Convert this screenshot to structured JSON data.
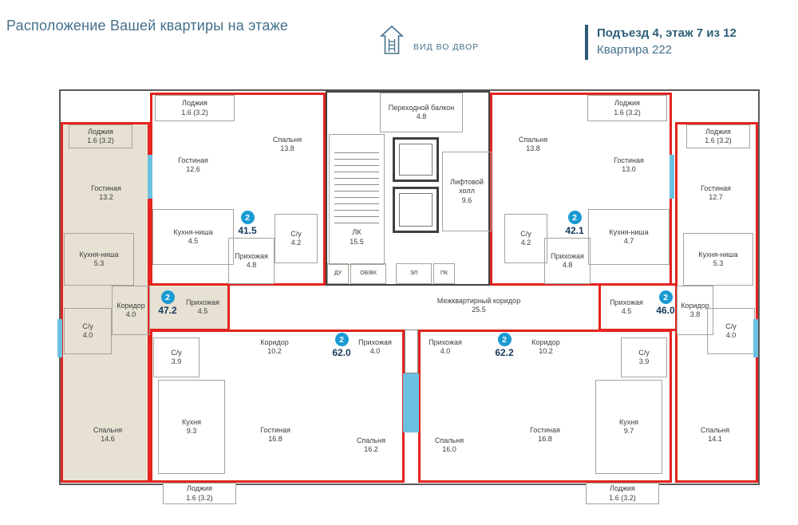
{
  "header": {
    "title": "Расположение Вашей квартиры на этаже",
    "view_label": "ВИД ВО ДВОР",
    "entrance_info": "Подъезд 4, этаж 7 из 12",
    "apartment_info": "Квартира 222"
  },
  "colors": {
    "apartment_outline_red": "#e3241f",
    "selected_apartment_fill": "#e7e1d3",
    "window_blue": "#6cc1e0",
    "badge_blue": "#1a9ad2",
    "header_text_blue": "#44708c",
    "area_number_navy": "#16395c"
  },
  "badges": [
    {
      "rooms": "2",
      "area": "41.5"
    },
    {
      "rooms": "2",
      "area": "47.2"
    },
    {
      "rooms": "2",
      "area": "42.1"
    },
    {
      "rooms": "2",
      "area": "46.0"
    },
    {
      "rooms": "2",
      "area": "62.0"
    },
    {
      "rooms": "2",
      "area": "62.2"
    }
  ],
  "rooms": [
    {
      "name": "Лоджия",
      "area": "1.6 (3.2)"
    },
    {
      "name": "Гостиная",
      "area": "13.2"
    },
    {
      "name": "Кухня-ниша",
      "area": "5.3"
    },
    {
      "name": "С/у",
      "area": "4.0"
    },
    {
      "name": "Коридор",
      "area": "4.0"
    },
    {
      "name": "Прихожая",
      "area": "4.5"
    },
    {
      "name": "Спальня",
      "area": "14.6"
    },
    {
      "name": "Лоджия",
      "area": "1.6 (3.2)"
    },
    {
      "name": "Гостиная",
      "area": "12.6"
    },
    {
      "name": "Спальня",
      "area": "13.8"
    },
    {
      "name": "Кухня-ниша",
      "area": "4.5"
    },
    {
      "name": "Прихожая",
      "area": "4.8"
    },
    {
      "name": "С/у",
      "area": "4.2"
    },
    {
      "name": "Переходной балкон",
      "area": "4.8"
    },
    {
      "name": "ЛК",
      "area": "15.5"
    },
    {
      "name": "Лифтовой холл",
      "area": "9.6"
    },
    {
      "name": "ДУ",
      "area": ""
    },
    {
      "name": "ОВ/ВК",
      "area": ""
    },
    {
      "name": "ЭЛ",
      "area": ""
    },
    {
      "name": "ПК",
      "area": ""
    },
    {
      "name": "Межквартирный коридор",
      "area": "25.5"
    },
    {
      "name": "Спальня",
      "area": "13.8"
    },
    {
      "name": "С/у",
      "area": "4.2"
    },
    {
      "name": "Кухня-ниша",
      "area": "4.7"
    },
    {
      "name": "Гостиная",
      "area": "13.0"
    },
    {
      "name": "Лоджия",
      "area": "1.6 (3.2)"
    },
    {
      "name": "Прихожая",
      "area": "4.5"
    },
    {
      "name": "Лоджия",
      "area": "1.6 (3.2)"
    },
    {
      "name": "Гостиная",
      "area": "12.7"
    },
    {
      "name": "Кухня-ниша",
      "area": "5.3"
    },
    {
      "name": "Коридор",
      "area": "3.8"
    },
    {
      "name": "С/у",
      "area": "4.0"
    },
    {
      "name": "Спальня",
      "area": "14.1"
    },
    {
      "name": "С/у",
      "area": "3.9"
    },
    {
      "name": "Коридор",
      "area": "10.2"
    },
    {
      "name": "Прихожая",
      "area": "4.0"
    },
    {
      "name": "Кухня",
      "area": "9.3"
    },
    {
      "name": "Гостиная",
      "area": "16.8"
    },
    {
      "name": "Спальня",
      "area": "16.2"
    },
    {
      "name": "Лоджия",
      "area": "1.6 (3.2)"
    },
    {
      "name": "Прихожая",
      "area": "4.0"
    },
    {
      "name": "Коридор",
      "area": "10.2"
    },
    {
      "name": "Спальня",
      "area": "16.0"
    },
    {
      "name": "Гостиная",
      "area": "16.8"
    },
    {
      "name": "Кухня",
      "area": "9.7"
    },
    {
      "name": "С/у",
      "area": "3.9"
    },
    {
      "name": "Лоджия",
      "area": "1.6 (3.2)"
    },
    {
      "name": "Прихожая",
      "area": "4.8"
    }
  ]
}
